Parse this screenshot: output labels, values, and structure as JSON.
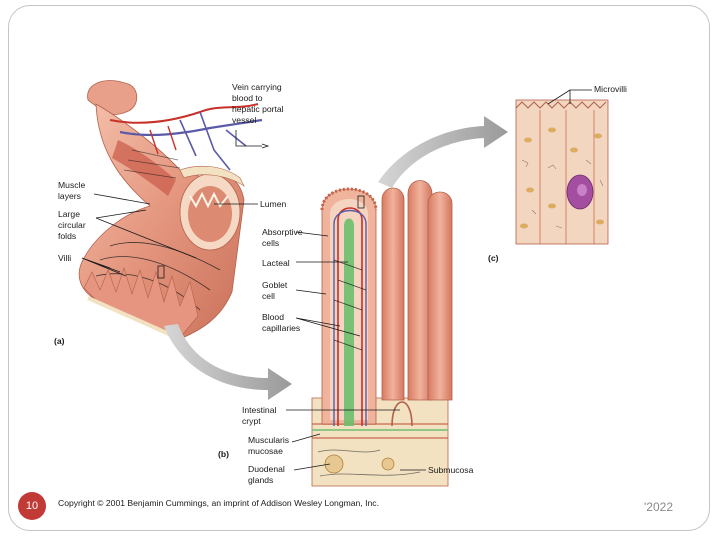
{
  "slide": {
    "number": "10",
    "year": "'2022"
  },
  "copyright": "Copyright © 2001 Benjamin Cummings, an imprint of Addison Wesley Longman, Inc.",
  "figure": {
    "panels": {
      "a": "(a)",
      "b": "(b)",
      "c": "(c)"
    },
    "labels": {
      "vein": [
        "Vein carrying",
        "blood to",
        "hepatic portal",
        "vessel"
      ],
      "muscle": [
        "Muscle",
        "layers"
      ],
      "folds": [
        "Large",
        "circular",
        "folds"
      ],
      "villi": "Villi",
      "lumen": "Lumen",
      "absorptive": [
        "Absorptive",
        "cells"
      ],
      "lacteal": "Lacteal",
      "goblet": [
        "Goblet",
        "cell"
      ],
      "capillaries": [
        "Blood",
        "capillaries"
      ],
      "crypt": [
        "Intestinal",
        "crypt"
      ],
      "muscularis": [
        "Muscularis",
        "mucosae"
      ],
      "duodenal": [
        "Duodenal",
        "glands"
      ],
      "submucosa": "Submucosa",
      "microvilli": "Microvilli"
    }
  },
  "colors": {
    "tissue": "#e89a80",
    "tissue_dark": "#c8624a",
    "tissue_light": "#f3c4b0",
    "vein": "#5a5aa8",
    "artery": "#c8302a",
    "lacteal": "#6cbf6c",
    "arrow": "#a8a8a8",
    "cream": "#f2e2c2",
    "slide_number": "#c23a36"
  }
}
